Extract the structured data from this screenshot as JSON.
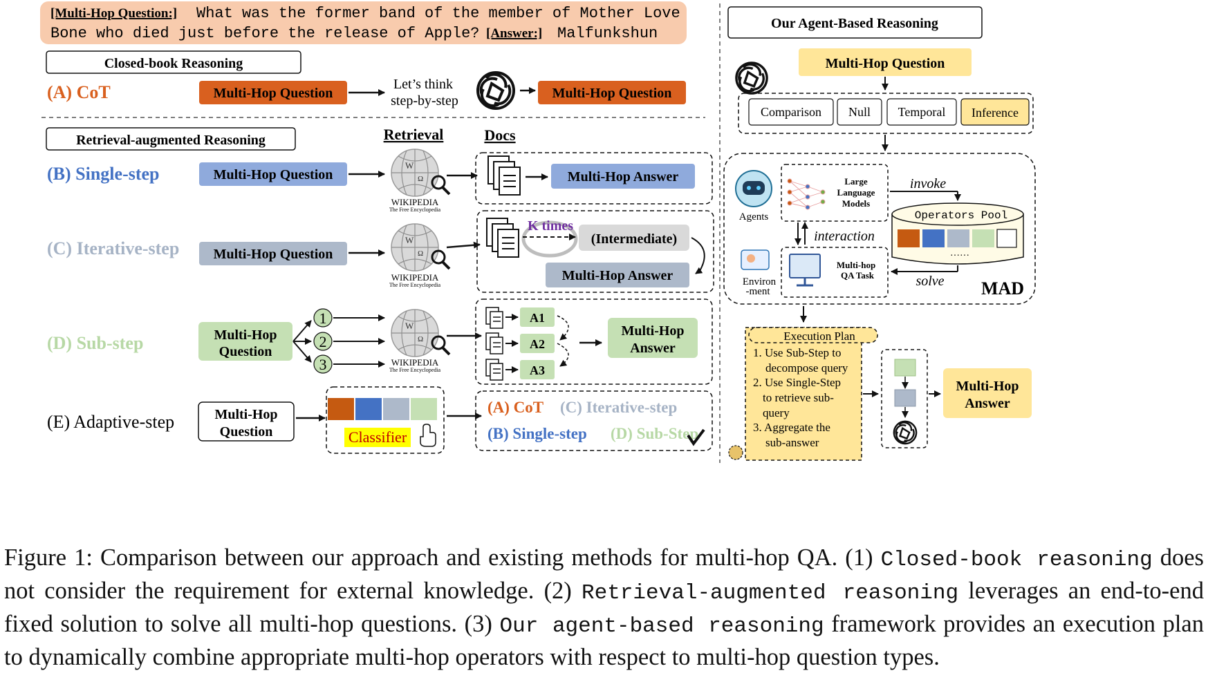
{
  "colors": {
    "orange": "#d9601f",
    "blue": "#8faadc",
    "blue_text": "#4472c4",
    "gray": "#adb9ca",
    "gray_text": "#a6b3c5",
    "green": "#c5e0b4",
    "green_text": "#b7d8a5",
    "yellow": "#ffe699",
    "banner": "#f8cbad"
  },
  "question_banner": {
    "label": "[Multi-Hop Question:]",
    "text_line1": "What was the former band of the member of Mother Love",
    "text_line2": "Bone who died just before the release of Apple?",
    "answer_label": "[Answer:]",
    "answer": "Malfunkshun"
  },
  "closed_book": {
    "header": "Closed-book Reasoning",
    "row_a_label": "(A) CoT",
    "input_box": "Multi-Hop Question",
    "think_line1": "Let’s think",
    "think_line2": "step-by-step",
    "output_box": "Multi-Hop Question"
  },
  "retrieval_augmented": {
    "header": "Retrieval-augmented Reasoning",
    "retrieval_col": "Retrieval",
    "docs_col": "Docs",
    "wiki_word": "WIKIPEDIA",
    "wiki_tagline": "The Free Encyclopedia",
    "row_b": {
      "label": "(B) Single-step",
      "question": "Multi-Hop Question",
      "answer": "Multi-Hop Answer"
    },
    "row_c": {
      "label": "(C) Iterative-step",
      "question": "Multi-Hop Question",
      "k_times": "K times",
      "intermediate": "(Intermediate)",
      "answer": "Multi-Hop Answer"
    },
    "row_d": {
      "label": "(D) Sub-step",
      "question_line1": "Multi-Hop",
      "question_line2": "Question",
      "steps": [
        "1",
        "2",
        "3"
      ],
      "subanswers": [
        "A1",
        "A2",
        "A3"
      ],
      "answer_line1": "Multi-Hop",
      "answer_line2": "Answer"
    },
    "row_e": {
      "label": "(E) Adaptive-step",
      "question_line1": "Multi-Hop",
      "question_line2": "Question",
      "classifier": "Classifier",
      "options": [
        "(A) CoT",
        "(C) Iterative-step",
        "(B) Single-step",
        "(D) Sub-Step"
      ]
    }
  },
  "agent_based": {
    "header": "Our Agent-Based Reasoning",
    "question": "Multi-Hop Question",
    "types": [
      "Comparison",
      "Null",
      "Temporal",
      "Inference"
    ],
    "agents_label": "Agents",
    "llm_line1": "Large",
    "llm_line2": "Language",
    "llm_line3": "Models",
    "invoke": "invoke",
    "operators_pool": "Operators Pool",
    "pool_dots": "……",
    "interaction": "interaction",
    "env_line1": "Environ",
    "env_line2": "-ment",
    "task_line1": "Multi-hop",
    "task_line2": "QA Task",
    "solve": "solve",
    "mad": "MAD",
    "plan_title": "Execution Plan",
    "plan_lines": [
      "1. Use Sub-Step to",
      "decompose query",
      "2. Use Single-Step",
      "to retrieve  sub-",
      "query",
      "3. Aggregate the",
      "sub-answer"
    ],
    "answer_line1": "Multi-Hop",
    "answer_line2": "Answer"
  },
  "caption": {
    "p1": "Figure 1: Comparison between our approach and existing methods for multi-hop QA. (1) ",
    "c1": "Closed-book reasoning",
    "p2": " does not consider the requirement for external knowledge. (2) ",
    "c2": "Retrieval-augmented reasoning",
    "p3": " leverages an end-to-end fixed solution to solve all multi-hop questions. (3) ",
    "c3": "Our agent-based reasoning",
    "p4": " framework provides an execution plan to dynamically combine appropriate multi-hop operators with respect to multi-hop question types."
  }
}
